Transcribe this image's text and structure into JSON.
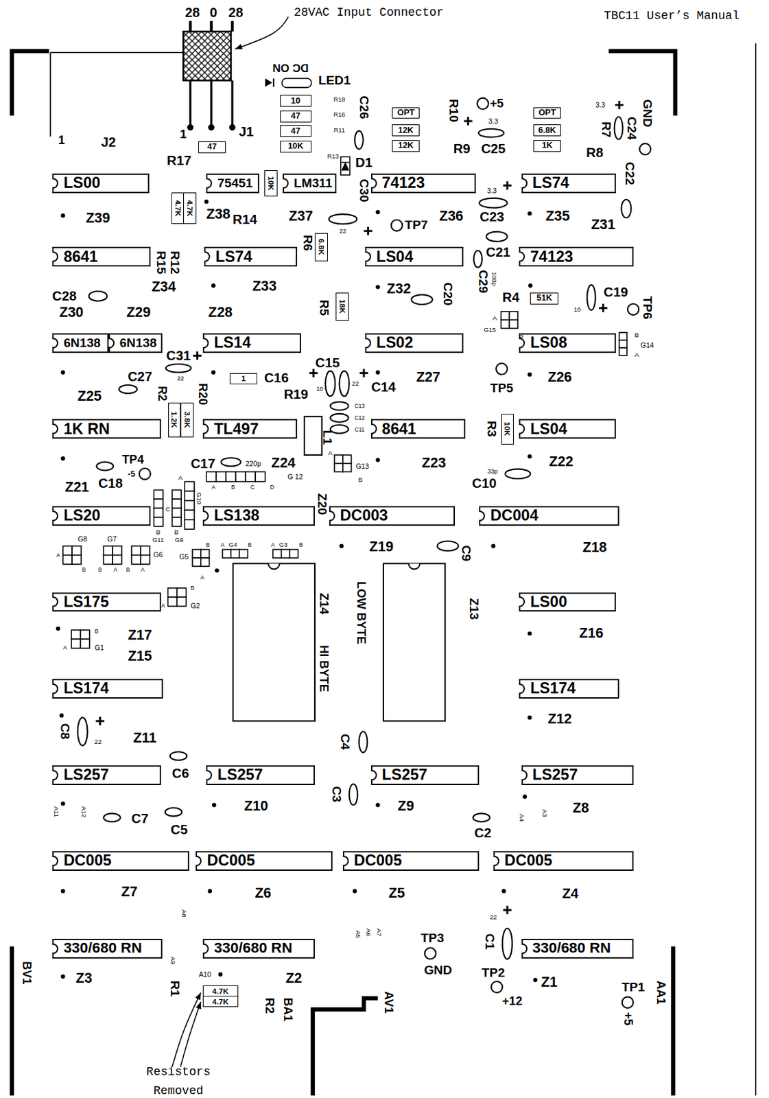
{
  "diagram": {
    "nodes": [
      {
        "text": [
          "10"
        ]
      },
      {
        "text": [
          "47"
        ]
      },
      {
        "text": [
          "47"
        ]
      },
      {
        "text": [
          "10K"
        ]
      },
      {
        "text": [
          "OPT"
        ]
      },
      {
        "text": [
          "12K"
        ]
      },
      {
        "text": [
          "12K"
        ]
      },
      {
        "text": [
          "OPT"
        ]
      },
      {
        "text": [
          "6.8K"
        ]
      },
      {
        "text": [
          "1K"
        ]
      },
      {
        "text": [
          "47"
        ]
      },
      {
        "text": [
          "LS00"
        ]
      },
      {
        "text": [
          "75451"
        ]
      },
      {
        "text": [
          "10K"
        ]
      },
      {
        "text": [
          "LM311"
        ]
      },
      {
        "text": [
          "74123"
        ]
      },
      {
        "text": [
          "LS74"
        ]
      },
      {
        "text": [
          "4.7K"
        ]
      },
      {
        "text": [
          "4.7K"
        ]
      },
      {
        "text": [
          "8641"
        ]
      },
      {
        "text": [
          "LS74"
        ]
      },
      {
        "text": [
          "6.8K"
        ]
      },
      {
        "text": [
          "LS04"
        ]
      },
      {
        "text": [
          "74123"
        ]
      },
      {
        "text": [
          "51K"
        ]
      },
      {
        "text": [
          "18K"
        ]
      },
      {
        "text": [
          "6N138"
        ]
      },
      {
        "text": [
          "6N138"
        ]
      },
      {
        "text": [
          "LS14"
        ]
      },
      {
        "text": [
          "LS02"
        ]
      },
      {
        "text": [
          "LS08"
        ]
      },
      {
        "text": [
          "1"
        ]
      },
      {
        "text": [
          "1.2K"
        ]
      },
      {
        "text": [
          "3.8K"
        ]
      },
      {
        "text": [
          "1K RN"
        ]
      },
      {
        "text": [
          "TL497"
        ]
      },
      {
        "text": [
          "8641"
        ]
      },
      {
        "text": [
          "10K"
        ]
      },
      {
        "text": [
          "LS04"
        ]
      },
      {
        "text": [
          "LS20"
        ]
      },
      {
        "text": [
          "LS138"
        ]
      },
      {
        "text": [
          "DC003"
        ]
      },
      {
        "text": [
          "DC004"
        ]
      },
      {
        "text": [
          "LS175"
        ]
      },
      {
        "text": [
          "LS00"
        ]
      },
      {
        "text": [
          "LS174"
        ]
      },
      {
        "text": [
          "LS174"
        ]
      },
      {
        "text": [
          "LS257"
        ]
      },
      {
        "text": [
          "LS257"
        ]
      },
      {
        "text": [
          "LS257"
        ]
      },
      {
        "text": [
          "LS257"
        ]
      },
      {
        "text": [
          "DC005"
        ]
      },
      {
        "text": [
          "DC005"
        ]
      },
      {
        "text": [
          "DC005"
        ]
      },
      {
        "text": [
          "DC005"
        ]
      },
      {
        "text": [
          "330/680 RN"
        ]
      },
      {
        "text": [
          "330/680 RN"
        ]
      },
      {
        "text": [
          "330/680 RN"
        ]
      },
      {
        "text": [
          "4.7K"
        ]
      },
      {
        "text": [
          "4.7K"
        ]
      }
    ],
    "labels": [
      "28",
      "0",
      "28",
      "28VAC Input Connector",
      "TBC11 User’s Manual",
      "DC ON",
      "LED1",
      "R18",
      "R16",
      "R11",
      "C26",
      "+5",
      "R10",
      "3.3",
      "GND",
      "3.3",
      "R7",
      "C24",
      "1",
      "J1",
      "1",
      "J2",
      "R9",
      "C25",
      "R8",
      "R13",
      "R17",
      "D1",
      "C22",
      "C30",
      "3.3",
      "Z39",
      "Z38",
      "R14",
      "Z37",
      "TP7",
      "Z36",
      "C23",
      "Z35",
      "Z31",
      "22",
      "R6",
      "C21",
      "R15",
      "R12",
      "C29",
      "100p",
      "Z34",
      "Z33",
      "Z32",
      "C19",
      "C20",
      "C28",
      "R4",
      "R5",
      "TP6",
      "10",
      "Z30",
      "Z29",
      "Z28",
      "A",
      "G15",
      "B",
      "B",
      "G14",
      "A",
      "C31",
      "C15",
      "C27",
      "C16",
      "Z27",
      "Z26",
      "22",
      "22",
      "C14",
      "TP5",
      "10",
      "R2",
      "R20",
      "R19",
      "Z25",
      "C13",
      "C12",
      "C11",
      "R3",
      "L1",
      "A",
      "TP4",
      "C17",
      "220p",
      "Z24",
      "Z23",
      "Z22",
      "G13",
      "33p",
      "-5",
      "G 12",
      "A",
      "B",
      "C18",
      "C10",
      "A",
      "B",
      "C",
      "D",
      "Z21",
      "G10",
      "Z20",
      "C",
      "B",
      "B",
      "G11",
      "G9",
      "G8",
      "G7",
      "A",
      "G4",
      "B",
      "A",
      "G3",
      "B",
      "B",
      "Z19",
      "Z18",
      "C9",
      "A",
      "G6",
      "G5",
      "B",
      "B",
      "A",
      "B",
      "A",
      "A",
      "B",
      "Z14",
      "A",
      "G2",
      "Z13",
      "LOW BYTE",
      "B",
      "Z17",
      "Z16",
      "A",
      "G1",
      "Z15",
      "HI BYTE",
      "Z12",
      "C8",
      "Z11",
      "C4",
      "22",
      "C6",
      "C3",
      "Z10",
      "Z9",
      "Z8",
      "A11",
      "A12",
      "A3",
      "A4",
      "C7",
      "C5",
      "C2",
      "Z7",
      "Z6",
      "Z5",
      "Z4",
      "A8",
      "22",
      "A5",
      "A6",
      "A7",
      "TP3",
      "C1",
      "A9",
      "GND",
      "BV1",
      "TP2",
      "A10",
      "Z3",
      "Z2",
      "Z1",
      "TP1",
      "R1",
      "AA1",
      "+12",
      "AV1",
      "R2",
      "BA1",
      "+5",
      "Resistors Removed"
    ]
  }
}
